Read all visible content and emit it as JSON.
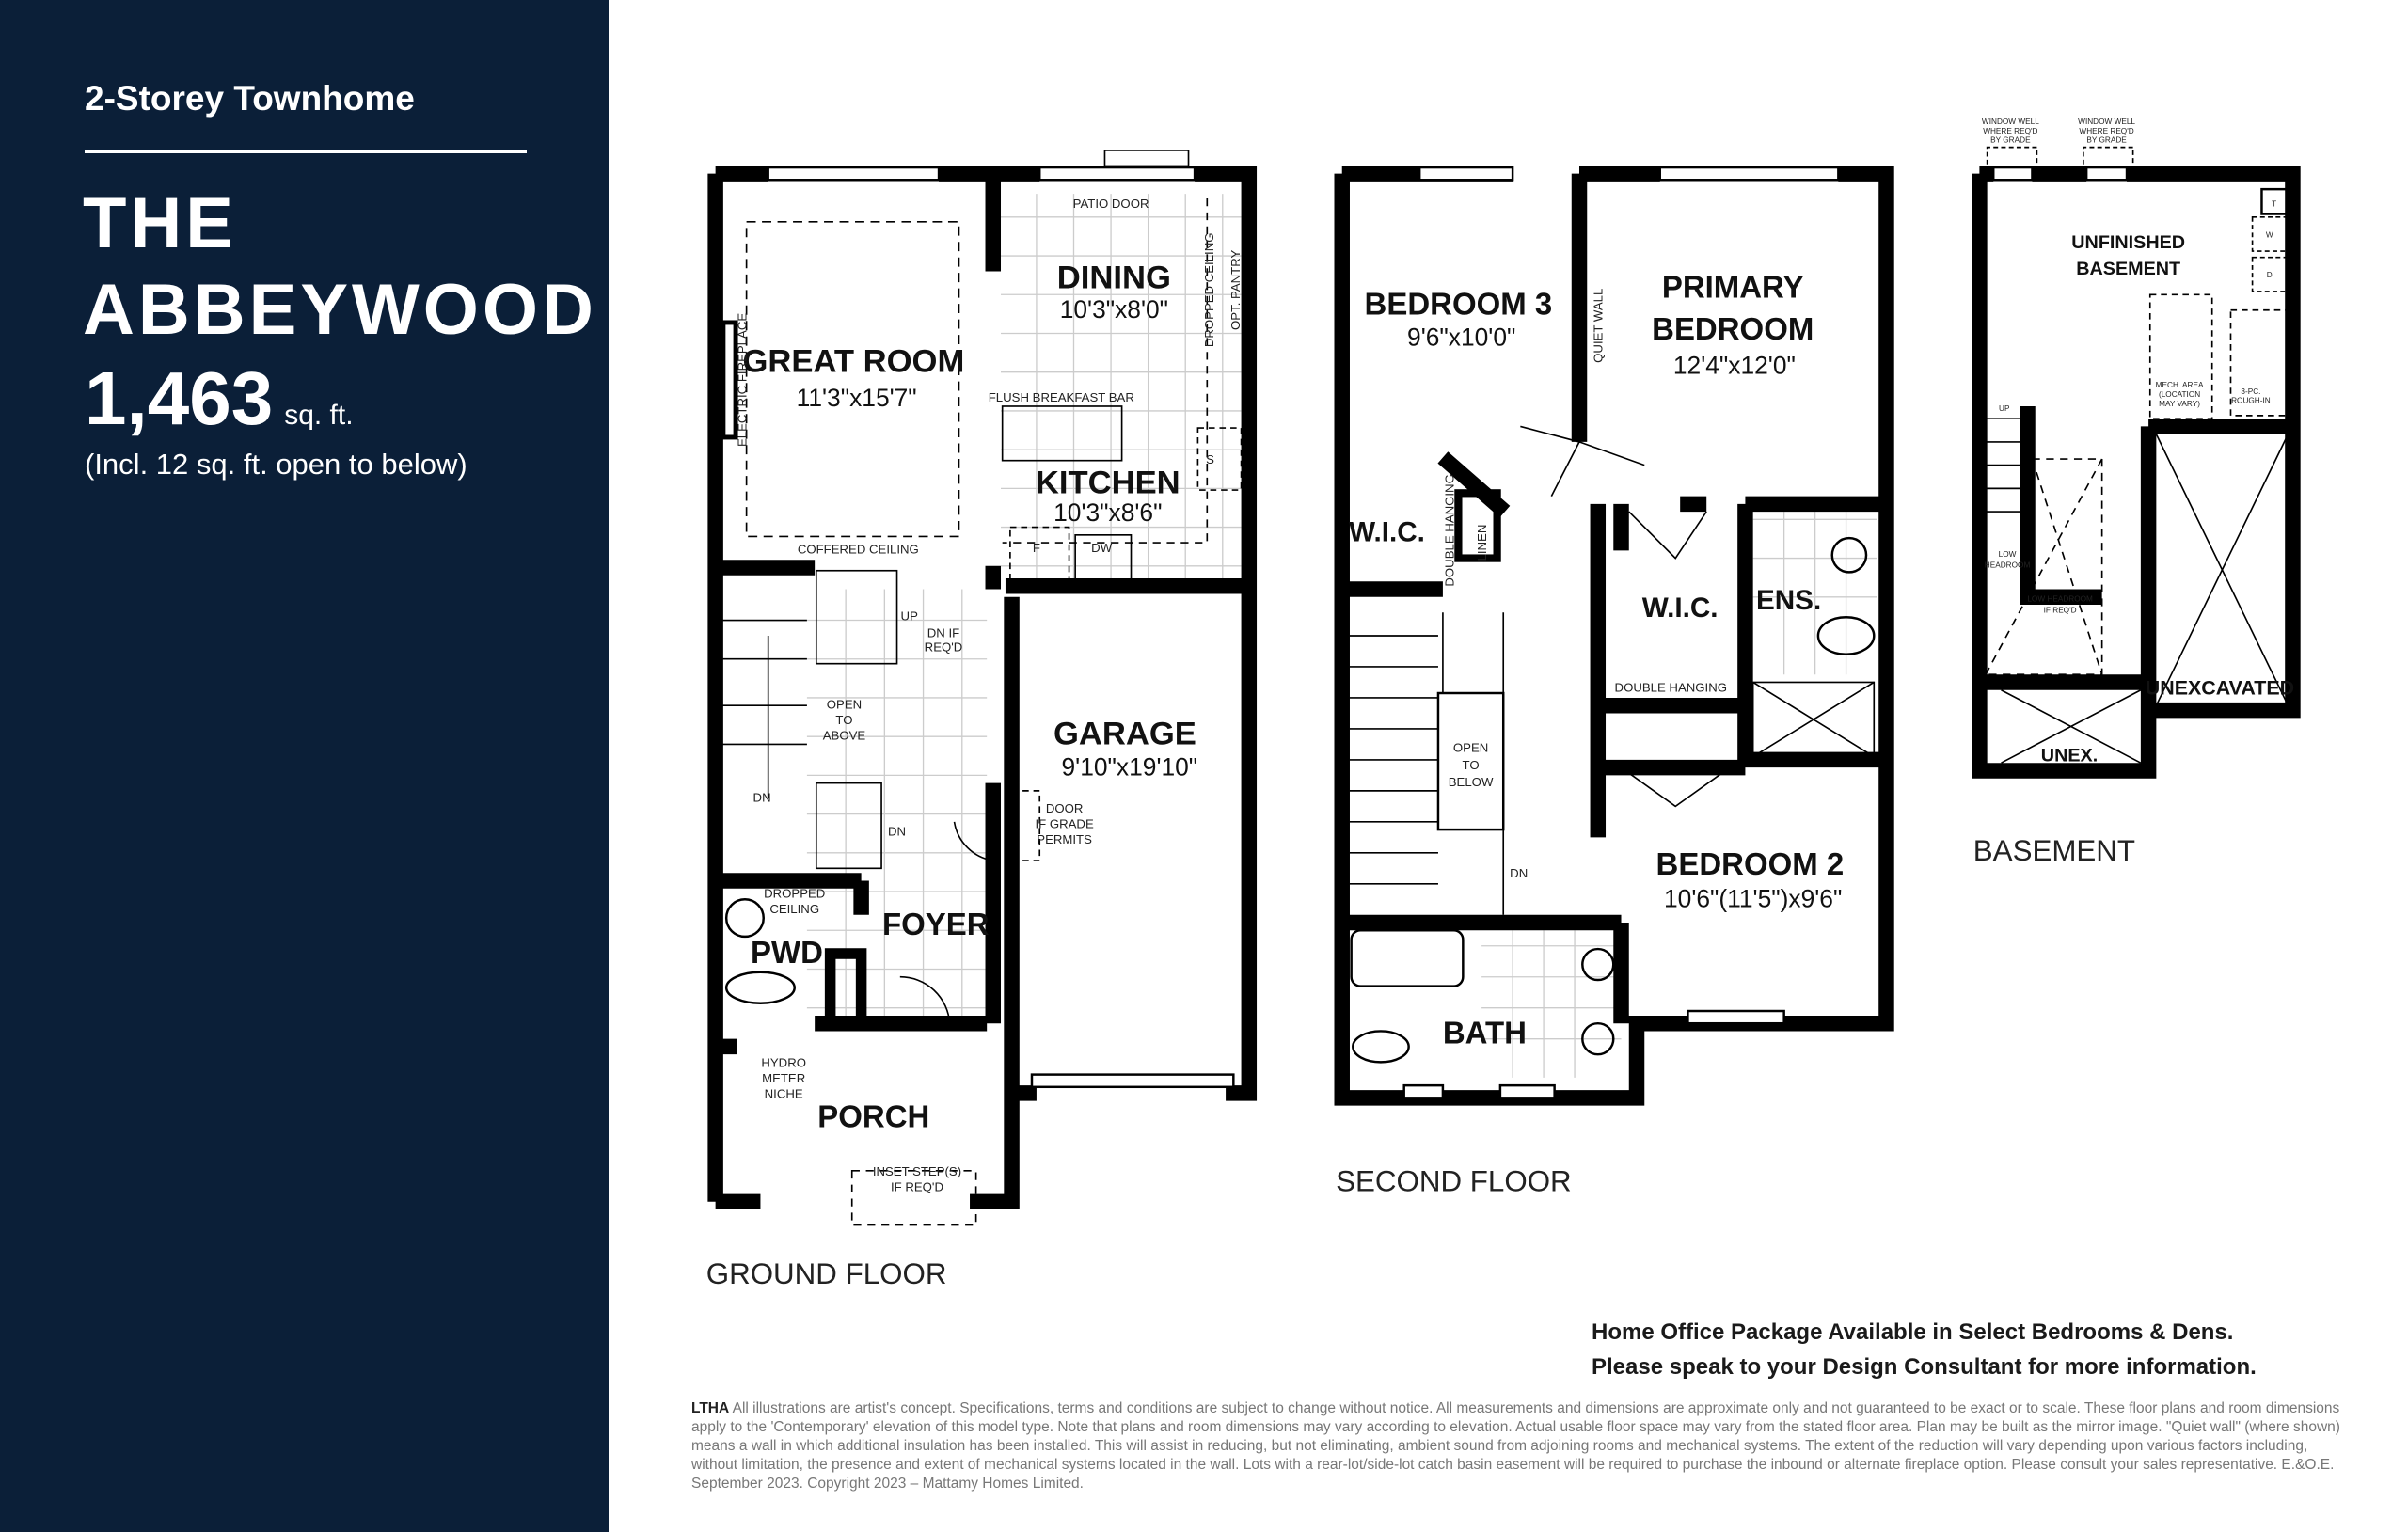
{
  "sidebar": {
    "home_type": "2-Storey Townhome",
    "model_name_line1": "THE",
    "model_name_line2": "ABBEYWOOD",
    "area": "1,463",
    "area_unit": "sq. ft.",
    "area_note": "(Incl. 12 sq. ft. open to below)",
    "background_color": "#0b1f38"
  },
  "ground_floor": {
    "title": "GROUND FLOOR",
    "rooms": [
      {
        "name": "GREAT ROOM",
        "dims": "11'3\"x15'7\""
      },
      {
        "name": "DINING",
        "dims": "10'3\"x8'0\""
      },
      {
        "name": "KITCHEN",
        "dims": "10'3\"x8'6\""
      },
      {
        "name": "GARAGE",
        "dims": "9'10\"x19'10\""
      },
      {
        "name": "FOYER"
      },
      {
        "name": "PWD"
      },
      {
        "name": "PORCH"
      }
    ],
    "notes": {
      "patio_door": "PATIO DOOR",
      "electric_fireplace": "ELECTRIC FIREPLACE",
      "coffered_ceiling": "COFFERED CEILING",
      "flush_breakfast_bar": "FLUSH BREAKFAST BAR",
      "dropped_ceiling": "DROPPED CEILING",
      "opt_pantry": "OPT. PANTRY",
      "fridge": "F",
      "dishwasher": "DW",
      "sink": "S",
      "up": "UP",
      "dn_if_reqd": [
        "DN IF",
        "REQ'D"
      ],
      "open_to_above": [
        "OPEN",
        "TO",
        "ABOVE"
      ],
      "dn": "DN",
      "door_if_grade": [
        "DOOR",
        "IF GRADE",
        "PERMITS"
      ],
      "pwd_dropped_ceiling": [
        "DROPPED",
        "CEILING"
      ],
      "hydro": [
        "HYDRO",
        "METER",
        "NICHE"
      ],
      "inset_steps": [
        "INSET STEP(S)",
        "IF REQ'D"
      ]
    }
  },
  "second_floor": {
    "title": "SECOND FLOOR",
    "rooms": [
      {
        "name": "BEDROOM 3",
        "dims": "9'6\"x10'0\""
      },
      {
        "name": "PRIMARY",
        "name2": "BEDROOM",
        "dims": "12'4\"x12'0\""
      },
      {
        "name": "W.I.C."
      },
      {
        "name": "W.I.C."
      },
      {
        "name": "ENS."
      },
      {
        "name": "BEDROOM 2",
        "dims": "10'6\"(11'5\")x9'6\""
      },
      {
        "name": "BATH"
      }
    ],
    "notes": {
      "quiet_wall": "QUIET WALL",
      "double_hanging": "DOUBLE HANGING",
      "linen": "LINEN",
      "open_to_below": [
        "OPEN",
        "TO",
        "BELOW"
      ],
      "dn": "DN"
    }
  },
  "basement": {
    "title": "BASEMENT",
    "rooms": [
      {
        "name": "UNFINISHED",
        "name2": "BASEMENT"
      },
      {
        "name": "UNEXCAVATED"
      },
      {
        "name": "UNEX."
      }
    ],
    "notes": {
      "window_well": [
        "WINDOW WELL",
        "WHERE REQ'D",
        "BY GRADE"
      ],
      "mech_area": [
        "MECH. AREA",
        "(LOCATION",
        "MAY VARY)"
      ],
      "rough_in": [
        "3-PC.",
        "ROUGH-IN"
      ],
      "tank": "T",
      "washer": "W",
      "dryer": "D",
      "up": "UP",
      "low_headroom": [
        "LOW",
        "HEADROOM"
      ],
      "low_headroom_if": [
        "LOW HEADROOM",
        "IF REQ'D"
      ]
    }
  },
  "promo": {
    "line1": "Home Office Package Available in Select Bedrooms & Dens.",
    "line2": "Please speak to your Design Consultant for more information."
  },
  "disclaimer": {
    "brand": "LTHA",
    "text": "All illustrations are artist's concept. Specifications, terms and conditions are subject to change without notice. All measurements and dimensions are approximate only and not guaranteed to be exact or to scale. These floor plans and room dimensions apply to the 'Contemporary' elevation of this model type. Note that plans and room dimensions may vary according to elevation. Actual usable floor space may vary from the stated floor area. Plan may be built as the mirror image. \"Quiet wall\" (where shown) means a wall in which additional insulation has been installed. This will assist in reducing, but not eliminating, ambient sound from adjoining rooms and mechanical systems. The extent of the reduction will vary depending upon various factors including, without limitation, the presence and extent of mechanical systems located in the wall. Lots with a rear-lot/side-lot catch basin easement will be required to purchase the inbound or alternate fireplace option. Please consult your sales representative. E.&O.E. September 2023. Copyright 2023 – Mattamy Homes Limited."
  }
}
